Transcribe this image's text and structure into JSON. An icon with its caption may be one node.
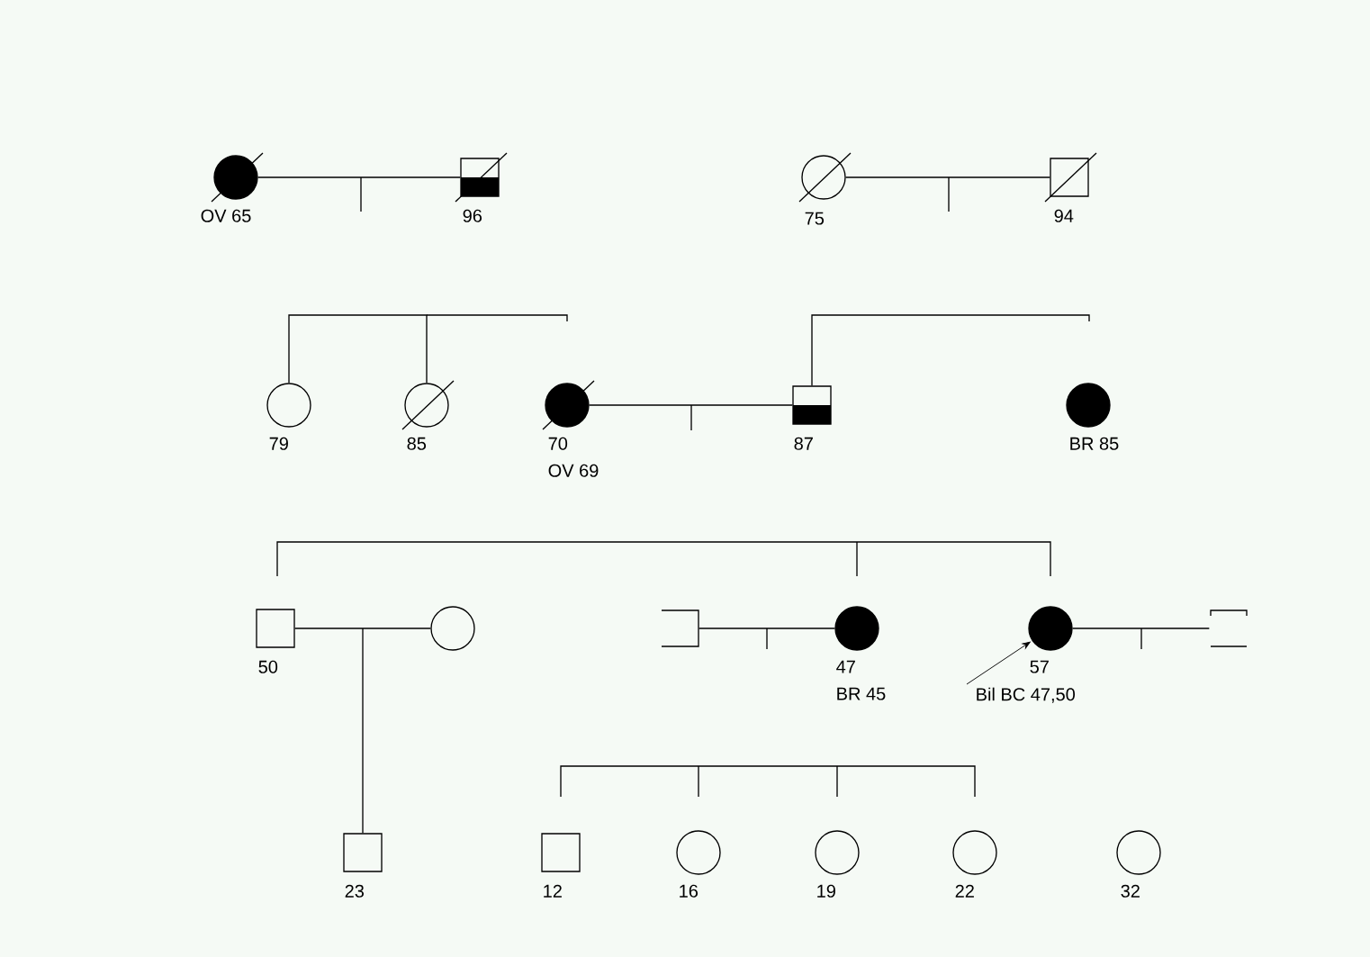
{
  "diagram": {
    "nodes": [
      {
        "text": [
          "OV 65"
        ]
      },
      {
        "text": [
          "96"
        ]
      },
      {
        "text": [
          "75"
        ]
      },
      {
        "text": [
          "94"
        ]
      },
      {
        "text": [
          "79"
        ]
      },
      {
        "text": [
          "85"
        ]
      },
      {
        "text": [
          "70",
          "OV 69"
        ]
      },
      {
        "text": [
          "87"
        ]
      },
      {
        "text": [
          "BR 85"
        ]
      },
      {
        "text": [
          "50"
        ]
      },
      {
        "text": [],
        "shape": "circle"
      },
      {
        "text": [],
        "shape": "box"
      },
      {
        "text": [
          "47",
          "BR 45"
        ]
      },
      {
        "text": [
          "57",
          "Bil BC 47,50"
        ]
      },
      {
        "text": [],
        "shape": "box"
      },
      {
        "text": [
          "23"
        ]
      },
      {
        "text": [
          "12"
        ]
      },
      {
        "text": [
          "16"
        ]
      },
      {
        "text": [
          "19"
        ]
      },
      {
        "text": [
          "22"
        ]
      },
      {
        "text": [
          "32"
        ]
      }
    ],
    "edges": [
      {
        "from": 0,
        "to": 1,
        "arrow": "none"
      },
      {
        "from": 2,
        "to": 3,
        "arrow": "none"
      },
      {
        "from": 4,
        "to": 5,
        "arrow": "none"
      },
      {
        "from": null,
        "to": 7,
        "arrow": "none"
      },
      {
        "from": 6,
        "to": 7,
        "arrow": "none"
      },
      {
        "from": 9,
        "to": 10,
        "arrow": "none"
      },
      {
        "from": null,
        "to": 15,
        "arrow": "none"
      },
      {
        "from": 11,
        "to": 12,
        "arrow": "none"
      },
      {
        "from": 13,
        "to": 14,
        "arrow": "none"
      },
      {
        "from": null,
        "to": 13,
        "arrow": "to"
      }
    ]
  }
}
